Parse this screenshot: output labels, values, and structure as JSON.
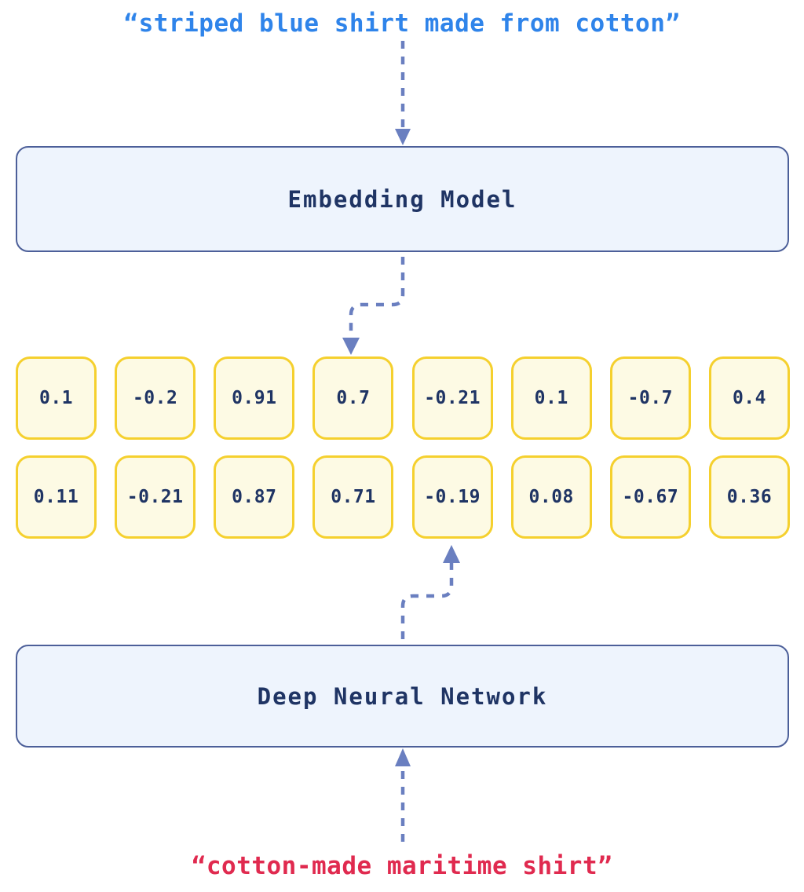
{
  "diagram": {
    "title_top": "“striped blue shirt made from cotton”",
    "title_bottom": "“cotton-made maritime shirt”",
    "colors": {
      "query_text_blue": "#2f84ea",
      "query_text_red": "#e02a4f",
      "model_box_fill": "#eef4fd",
      "model_box_border": "#4c5f99",
      "model_box_text": "#1f3464",
      "vector_cell_fill": "#fdfae4",
      "vector_cell_border": "#f5d02e",
      "vector_cell_text": "#1f3464",
      "arrow": "#6a7fc0",
      "background": "#ffffff"
    },
    "nodes": {
      "embedding_model": "Embedding Model",
      "deep_neural_network": "Deep Neural Network"
    },
    "vectors": [
      {
        "name": "embedding-vector-top",
        "values": [
          "0.1",
          "-0.2",
          "0.91",
          "0.7",
          "-0.21",
          "0.1",
          "-0.7",
          "0.4"
        ]
      },
      {
        "name": "embedding-vector-bottom",
        "values": [
          "0.11",
          "-0.21",
          "0.87",
          "0.71",
          "-0.19",
          "0.08",
          "-0.67",
          "0.36"
        ]
      }
    ],
    "arrows": [
      {
        "name": "arrow-text-to-embedding-model",
        "from": "caption-top",
        "to": "embedding-model-box",
        "direction": "down",
        "style": "dashed"
      },
      {
        "name": "arrow-embedding-model-to-vector",
        "from": "embedding-model-box",
        "to": "embedding-vector-top",
        "direction": "down",
        "style": "dashed-elbow"
      },
      {
        "name": "arrow-dnn-to-vector",
        "from": "deep-neural-network-box",
        "to": "embedding-vector-bottom",
        "direction": "up",
        "style": "dashed-elbow"
      },
      {
        "name": "arrow-text-to-dnn",
        "from": "caption-bottom",
        "to": "deep-neural-network-box",
        "direction": "up",
        "style": "dashed"
      }
    ]
  }
}
